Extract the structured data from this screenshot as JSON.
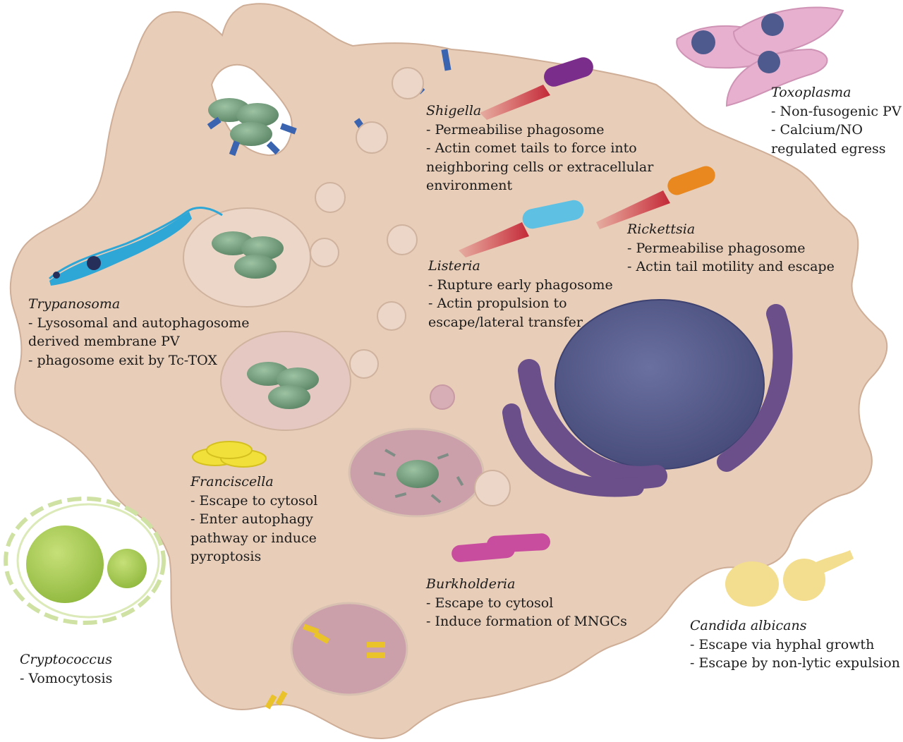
{
  "colors": {
    "cell": "#e8cdb8",
    "vacuole": "#ecd6c8",
    "nucleus": "#565c8a",
    "er": "#6a4f8a",
    "bacterium_green": "#6f9a78",
    "actin_tail": "#cc2f3c",
    "toxoplasma": "#e6b0ce",
    "francisella": "#f1e03a",
    "candida": "#f3dd8e",
    "cryptococcus": "#a8cc54",
    "trypanosoma": "#2ea6d6",
    "mhc": "#3a64b0"
  },
  "icons": [
    "shigella-bacterium",
    "listeria-bacterium",
    "rickettsia-bacterium",
    "toxoplasma-parasite",
    "trypanosoma-parasite",
    "francisella-bacteria",
    "burkholderia-bacteria",
    "candida-yeast",
    "cryptococcus-yeast",
    "nucleus",
    "endoplasmic-reticulum"
  ],
  "labels": {
    "shigella": {
      "name": "Shigella",
      "lines": [
        "- Permeabilise phagosome",
        "- Actin comet tails to force into",
        "neighboring cells or extracellular",
        "environment"
      ]
    },
    "toxoplasma": {
      "name": "Toxoplasma",
      "lines": [
        "- Non-fusogenic PV",
        "- Calcium/NO",
        "regulated egress"
      ]
    },
    "rickettsia": {
      "name": "Rickettsia",
      "lines": [
        "- Permeabilise phagosome",
        "- Actin tail motility and escape"
      ]
    },
    "listeria": {
      "name": "Listeria",
      "lines": [
        "- Rupture early phagosome",
        "- Actin propulsion to",
        "escape/lateral transfer"
      ]
    },
    "trypanosoma": {
      "name": "Trypanosoma",
      "lines": [
        "- Lysosomal and autophagosome",
        "derived membrane PV",
        "- phagosome exit by Tc-TOX"
      ]
    },
    "francisella": {
      "name": "Franciscella",
      "lines": [
        "- Escape to cytosol",
        "- Enter autophagy",
        "pathway or induce",
        "pyroptosis"
      ]
    },
    "burkholderia": {
      "name": "Burkholderia",
      "lines": [
        "- Escape to cytosol",
        "- Induce formation of  MNGCs"
      ]
    },
    "candida": {
      "name": "Candida albicans",
      "lines": [
        "- Escape via hyphal growth",
        "- Escape by non-lytic expulsion"
      ]
    },
    "cryptococcus": {
      "name": "Cryptococcus",
      "lines": [
        "- Vomocytosis"
      ]
    }
  }
}
